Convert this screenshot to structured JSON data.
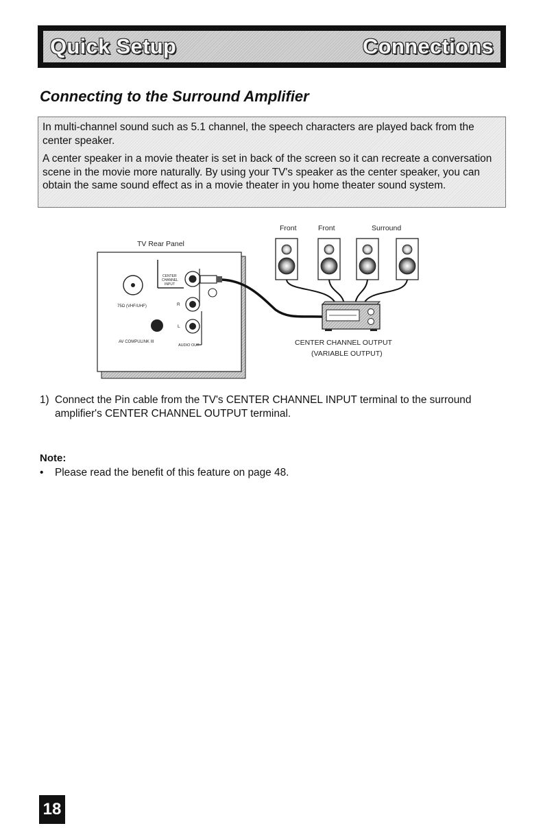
{
  "header": {
    "left_title": "Quick Setup",
    "right_title": "Connections"
  },
  "section_title": "Connecting to the Surround Amplifier",
  "intro": {
    "paragraph_1": "In multi-channel sound such as 5.1 channel, the speech characters are played back from the center speaker.",
    "paragraph_2": "A center speaker in a movie theater is set in back of the screen so it can recreate a conversation scene in the movie more naturally. By using your TV's speaker as the center speaker, you can obtain the same sound effect as in a movie theater in you home theater sound system."
  },
  "diagram": {
    "tv_panel_label": "TV Rear Panel",
    "speaker_labels": [
      "Front",
      "Front",
      "Surround"
    ],
    "center_input_label_1": "CENTER",
    "center_input_label_2": "CHANNEL",
    "center_input_label_3": "INPUT",
    "antenna_label": "75Ω (VHF/UHF)",
    "right_label": "R",
    "left_label": "L",
    "compulink_label": "AV COMPULINK III",
    "audio_out_label": "AUDIO OUT",
    "output_label_1": "CENTER CHANNEL OUTPUT",
    "output_label_2": "(VARIABLE OUTPUT)"
  },
  "steps": [
    {
      "number": "1)",
      "text": "Connect the Pin cable from the TV's CENTER CHANNEL INPUT terminal to the surround amplifier's CENTER CHANNEL OUTPUT terminal."
    }
  ],
  "note": {
    "heading": "Note:",
    "bullet": "•",
    "items": [
      "Please read the benefit of this feature on page 48."
    ]
  },
  "page_number": "18"
}
